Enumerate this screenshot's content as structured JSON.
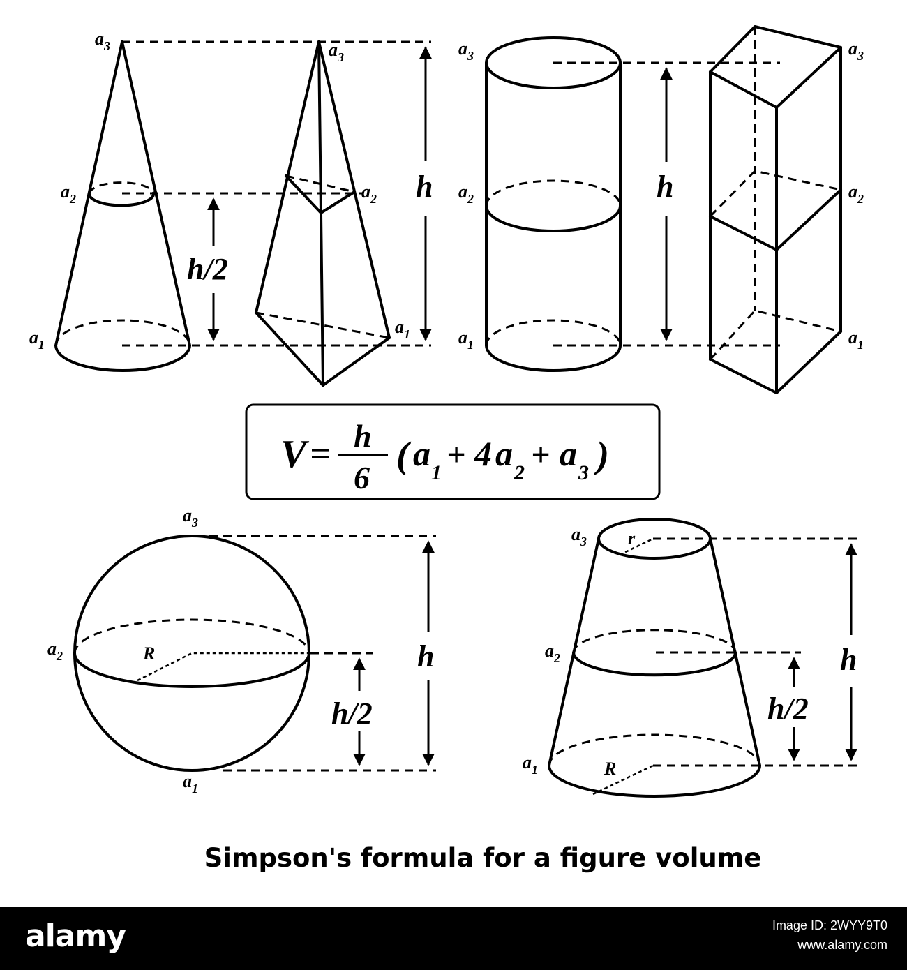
{
  "labels": {
    "a": "a",
    "sub1": "1",
    "sub2": "2",
    "sub3": "3",
    "h": "h",
    "h_half": "h/2",
    "R": "R",
    "r": "r"
  },
  "formula": {
    "V": "V",
    "eq": "=",
    "num": "h",
    "den": "6",
    "open": "(",
    "a": "a",
    "plus": "+",
    "four": "4",
    "close": ")",
    "sub1": "1",
    "sub2": "2",
    "sub3": "3"
  },
  "title": "Simpson's formula for a figure volume",
  "footer": {
    "brand": "alamy",
    "image_id": "Image ID: 2WYY9T0",
    "site": "www.alamy.com"
  }
}
